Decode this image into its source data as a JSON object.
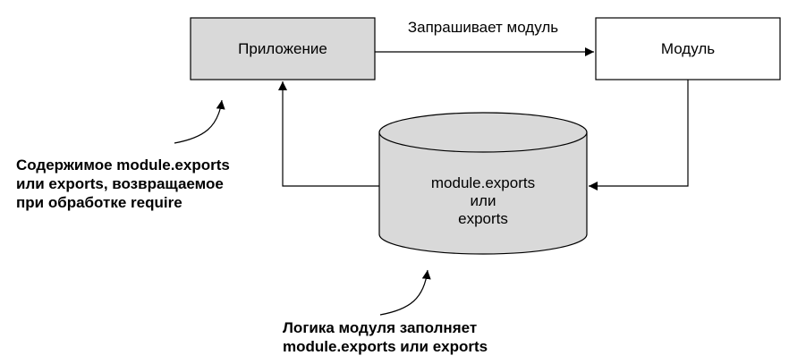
{
  "nodes": {
    "app": {
      "label": "Приложение"
    },
    "module": {
      "label": "Модуль"
    },
    "store": {
      "lines": [
        "module.exports",
        "или",
        "exports"
      ]
    }
  },
  "edges": {
    "request": {
      "label": "Запрашивает модуль"
    }
  },
  "callouts": {
    "returned": {
      "lines": [
        "Содержимое module.exports",
        "или exports, возвращаемое",
        "при обработке require"
      ]
    },
    "fills": {
      "lines": [
        "Логика модуля заполняет",
        "module.exports или exports"
      ]
    }
  },
  "colors": {
    "app_fill": "#d9d9d9",
    "module_fill": "#ffffff",
    "store_fill": "#d9d9d9",
    "stroke": "#000000"
  }
}
